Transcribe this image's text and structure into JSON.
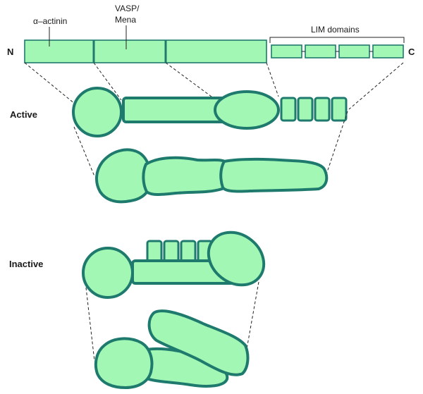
{
  "labels": {
    "n_terminus": "N",
    "c_terminus": "C",
    "alpha_actinin": "α–actinin",
    "vasp_line1": "VASP/",
    "vasp_line2": "Mena",
    "lim_domains": "LIM domains",
    "active": "Active",
    "inactive": "Inactive"
  },
  "colors": {
    "fill": "#a3f7b5",
    "outline": "#1f7a6e"
  }
}
